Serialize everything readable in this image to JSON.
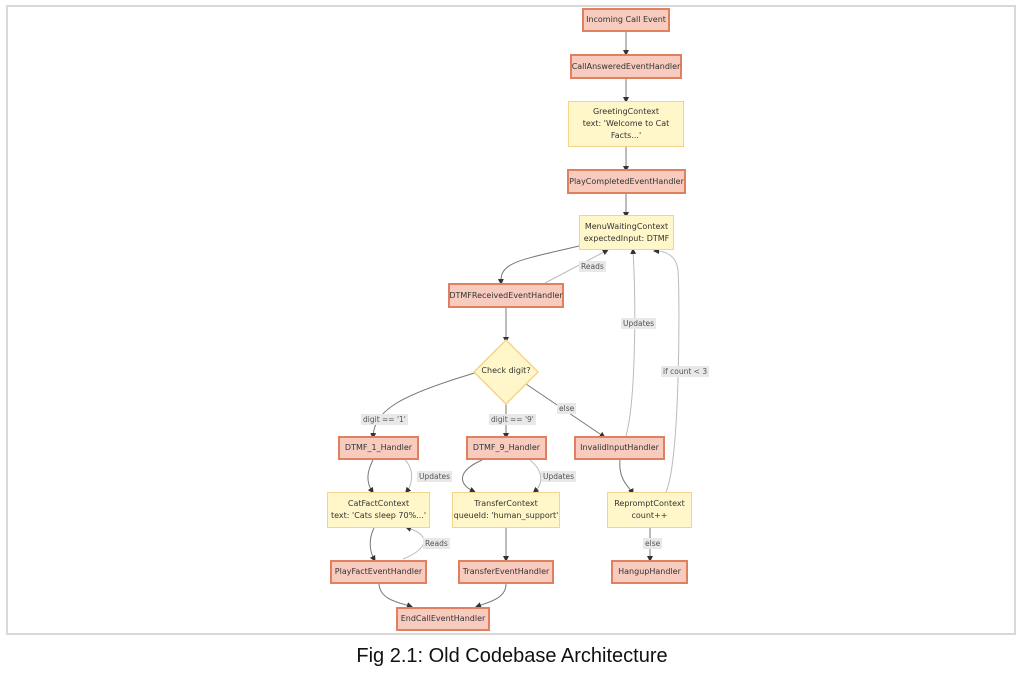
{
  "figure": {
    "caption": "Fig 2.1: Old Codebase Architecture"
  },
  "colors": {
    "handler_fill": "#f8cbbf",
    "handler_border": "#e0805f",
    "context_fill": "#fff7c9",
    "context_border": "#f5d48a",
    "edge": "#666666"
  },
  "nodes": {
    "incoming": "Incoming Call Event",
    "call_answered": "CallAnsweredEventHandler",
    "greeting": "GreetingContext\ntext: 'Welcome to Cat\nFacts...'",
    "play_completed": "PlayCompletedEventHandler",
    "menu_waiting": "MenuWaitingContext\nexpectedInput: DTMF",
    "dtmf_received": "DTMFReceivedEventHandler",
    "check_digit": "Check digit?",
    "dtmf1": "DTMF_1_Handler",
    "dtmf9": "DTMF_9_Handler",
    "invalid": "InvalidInputHandler",
    "catfact": "CatFactContext\ntext: 'Cats sleep 70%...'",
    "transfer_ctx": "TransferContext\nqueueId: 'human_support'",
    "reprompt": "RepromptContext\ncount++",
    "play_fact": "PlayFactEventHandler",
    "transfer_handler": "TransferEventHandler",
    "hangup": "HangupHandler",
    "end_call": "EndCallEventHandler"
  },
  "edge_labels": {
    "reads_menu": "Reads",
    "updates_menu": "Updates",
    "if_count": "if count < 3",
    "digit1": "digit == '1'",
    "digit9": "digit == '9'",
    "else_invalid": "else",
    "updates_catfact": "Updates",
    "updates_transfer": "Updates",
    "reads_catfact": "Reads",
    "else_hangup": "else"
  }
}
